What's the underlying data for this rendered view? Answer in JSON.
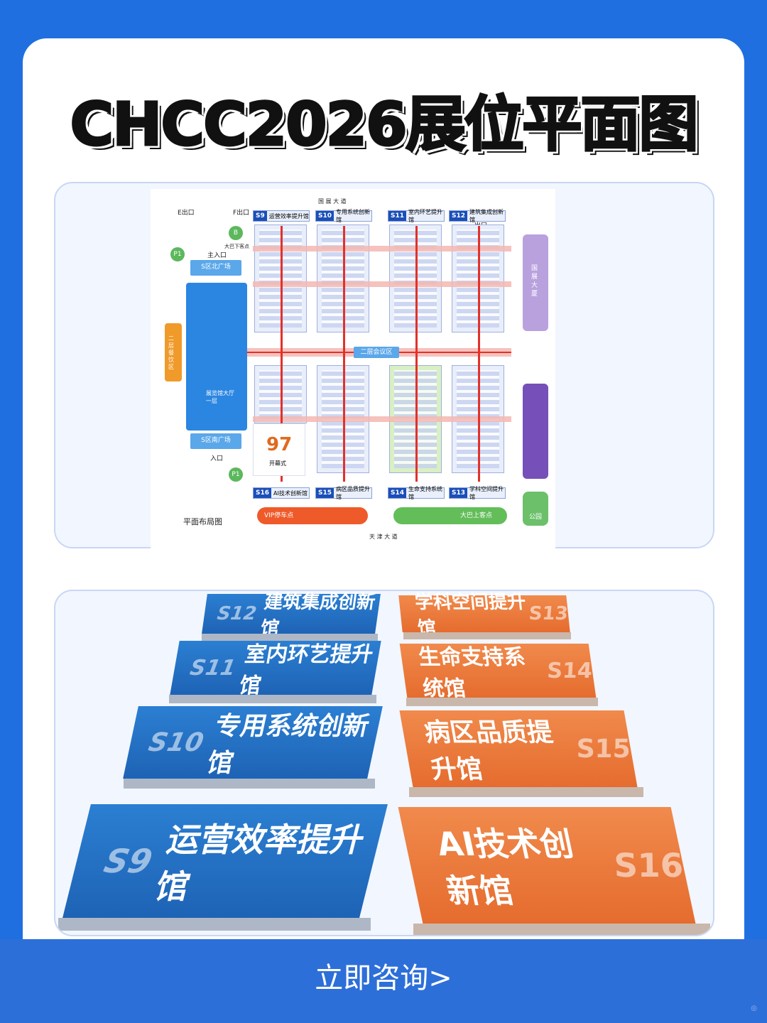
{
  "title": "CHCC2026展位平面图",
  "floor_plan": {
    "top_road": "国 展 大 道",
    "bottom_road": "天 津 大 道",
    "exit_e": "E出口",
    "exit_f": "F出口",
    "main_entrance": "主入口",
    "entrance": "入口",
    "exit": "出口",
    "north_plaza": "S区北广场",
    "south_plaza": "S区南广场",
    "bus_stop": "大巴下客点",
    "hall_main": "展览馆大厅一层",
    "dining": "二层餐饮区",
    "meeting_area": "二层会议区",
    "opening": "开幕式",
    "layout_label": "平面布局图",
    "hotel": "国展大厦",
    "park": "公园",
    "vip_parking": "VIP停车点",
    "bus_pickup": "大巴上客点",
    "halls_top": [
      {
        "code": "S9",
        "name": "运营效率提升馆"
      },
      {
        "code": "S10",
        "name": "专用系统创新馆"
      },
      {
        "code": "S11",
        "name": "室内环艺提升馆"
      },
      {
        "code": "S12",
        "name": "建筑集成创新馆"
      }
    ],
    "halls_bottom": [
      {
        "code": "S16",
        "name": "AI技术创新馆"
      },
      {
        "code": "S15",
        "name": "病区品质提升馆"
      },
      {
        "code": "S14",
        "name": "生命支持系统馆"
      },
      {
        "code": "S13",
        "name": "学科空间提升馆"
      }
    ]
  },
  "halls_left": [
    {
      "code": "S12",
      "name": "建筑集成创新馆"
    },
    {
      "code": "S11",
      "name": "室内环艺提升馆"
    },
    {
      "code": "S10",
      "name": "专用系统创新馆"
    },
    {
      "code": "S9",
      "name": "运营效率提升馆"
    }
  ],
  "halls_right": [
    {
      "code": "S13",
      "name": "学科空间提升馆"
    },
    {
      "code": "S14",
      "name": "生命支持系统馆"
    },
    {
      "code": "S15",
      "name": "病区品质提升馆"
    },
    {
      "code": "S16",
      "name": "AI技术创新馆"
    }
  ],
  "cta": "立即咨询>",
  "colors": {
    "background": "#1f6fe0",
    "blue_tile": "#1e63b5",
    "orange_tile": "#e56c2e"
  }
}
